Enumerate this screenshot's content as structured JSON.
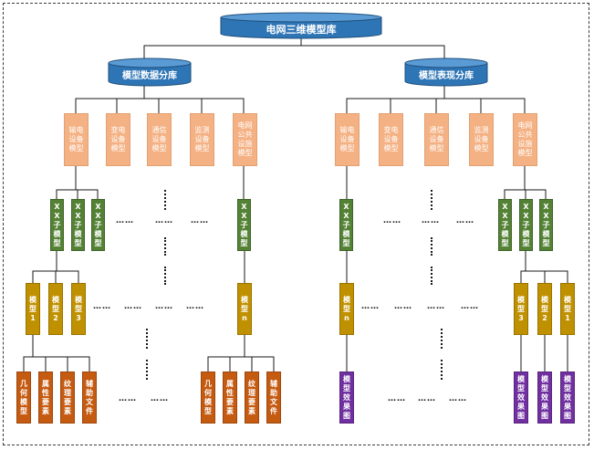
{
  "root": {
    "label": "电网三维模型库"
  },
  "left_db": {
    "label": "模型数据分库"
  },
  "right_db": {
    "label": "模型表现分库"
  },
  "left_categories": [
    "输电设备模型",
    "变电设备模型",
    "通信设备模型",
    "监测设备模型",
    "电网公共设施模型"
  ],
  "right_categories": [
    "输电设备模型",
    "变电设备模型",
    "通信设备模型",
    "监测设备模型",
    "电网公共设施模型"
  ],
  "submodel_label": "XX子模型",
  "models_left": [
    "模型1",
    "模型2",
    "模型3",
    "模型n"
  ],
  "models_right": [
    "模型n",
    "模型3",
    "模型2",
    "模型1"
  ],
  "elements_left_a": [
    "几何模型",
    "属性要素",
    "纹理要素",
    "辅助文件"
  ],
  "elements_left_b": [
    "几何模型",
    "属性要素",
    "纹理要素",
    "辅助文件"
  ],
  "effect_label": "模型效果图",
  "dots_h": "……",
  "colors": {
    "db_fill": "#2e75b6",
    "db_top": "#5b9bd5",
    "category": "#f4b183",
    "submodel": "#548235",
    "model": "#bf9000",
    "element": "#c55a11",
    "effect": "#7030a0"
  }
}
